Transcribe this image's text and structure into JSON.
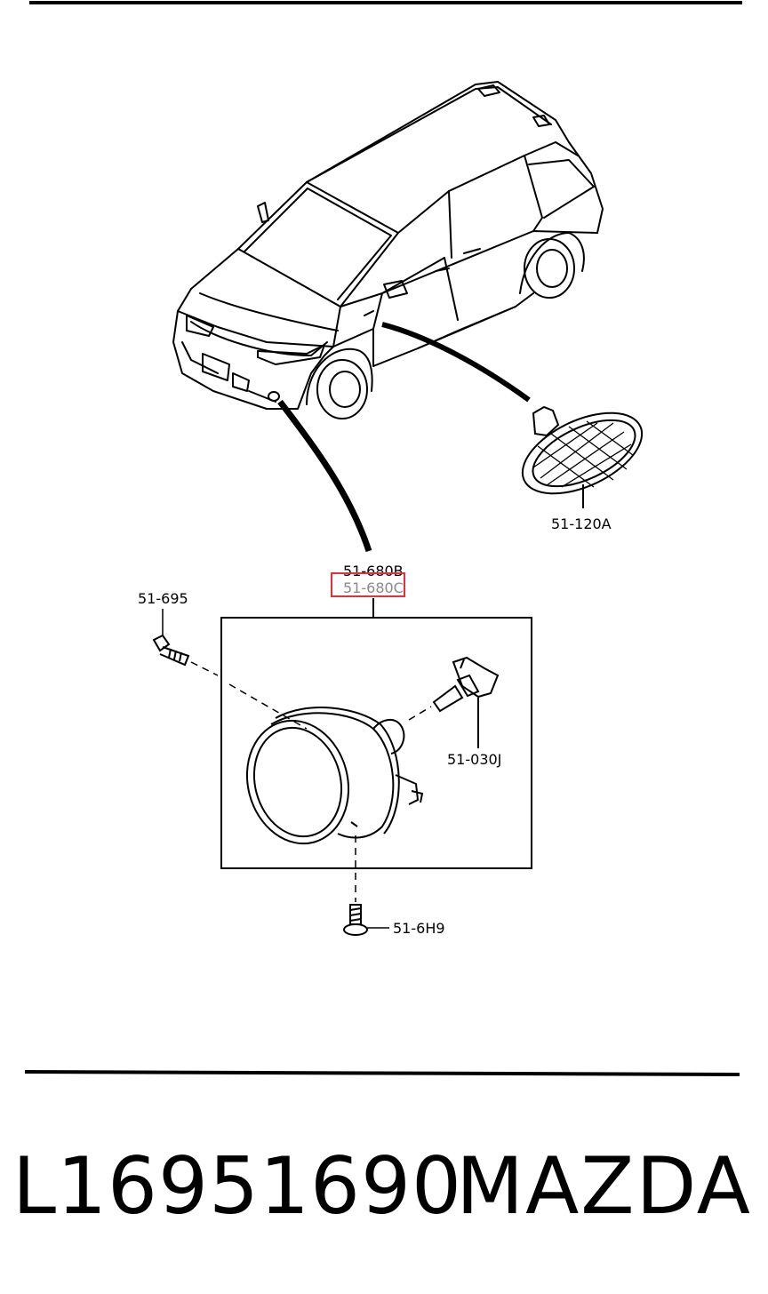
{
  "diagram": {
    "labels": {
      "side_marker": "51-120A",
      "fog_lamp_b": "51-680B",
      "fog_lamp_c": "51-680C",
      "screw_left": "51-695",
      "bulb": "51-030J",
      "screw_bottom": "51-6H9"
    },
    "highlight_color": "#e0323c"
  },
  "footer": {
    "part_number": "L16951690",
    "brand": "MAZDA"
  }
}
